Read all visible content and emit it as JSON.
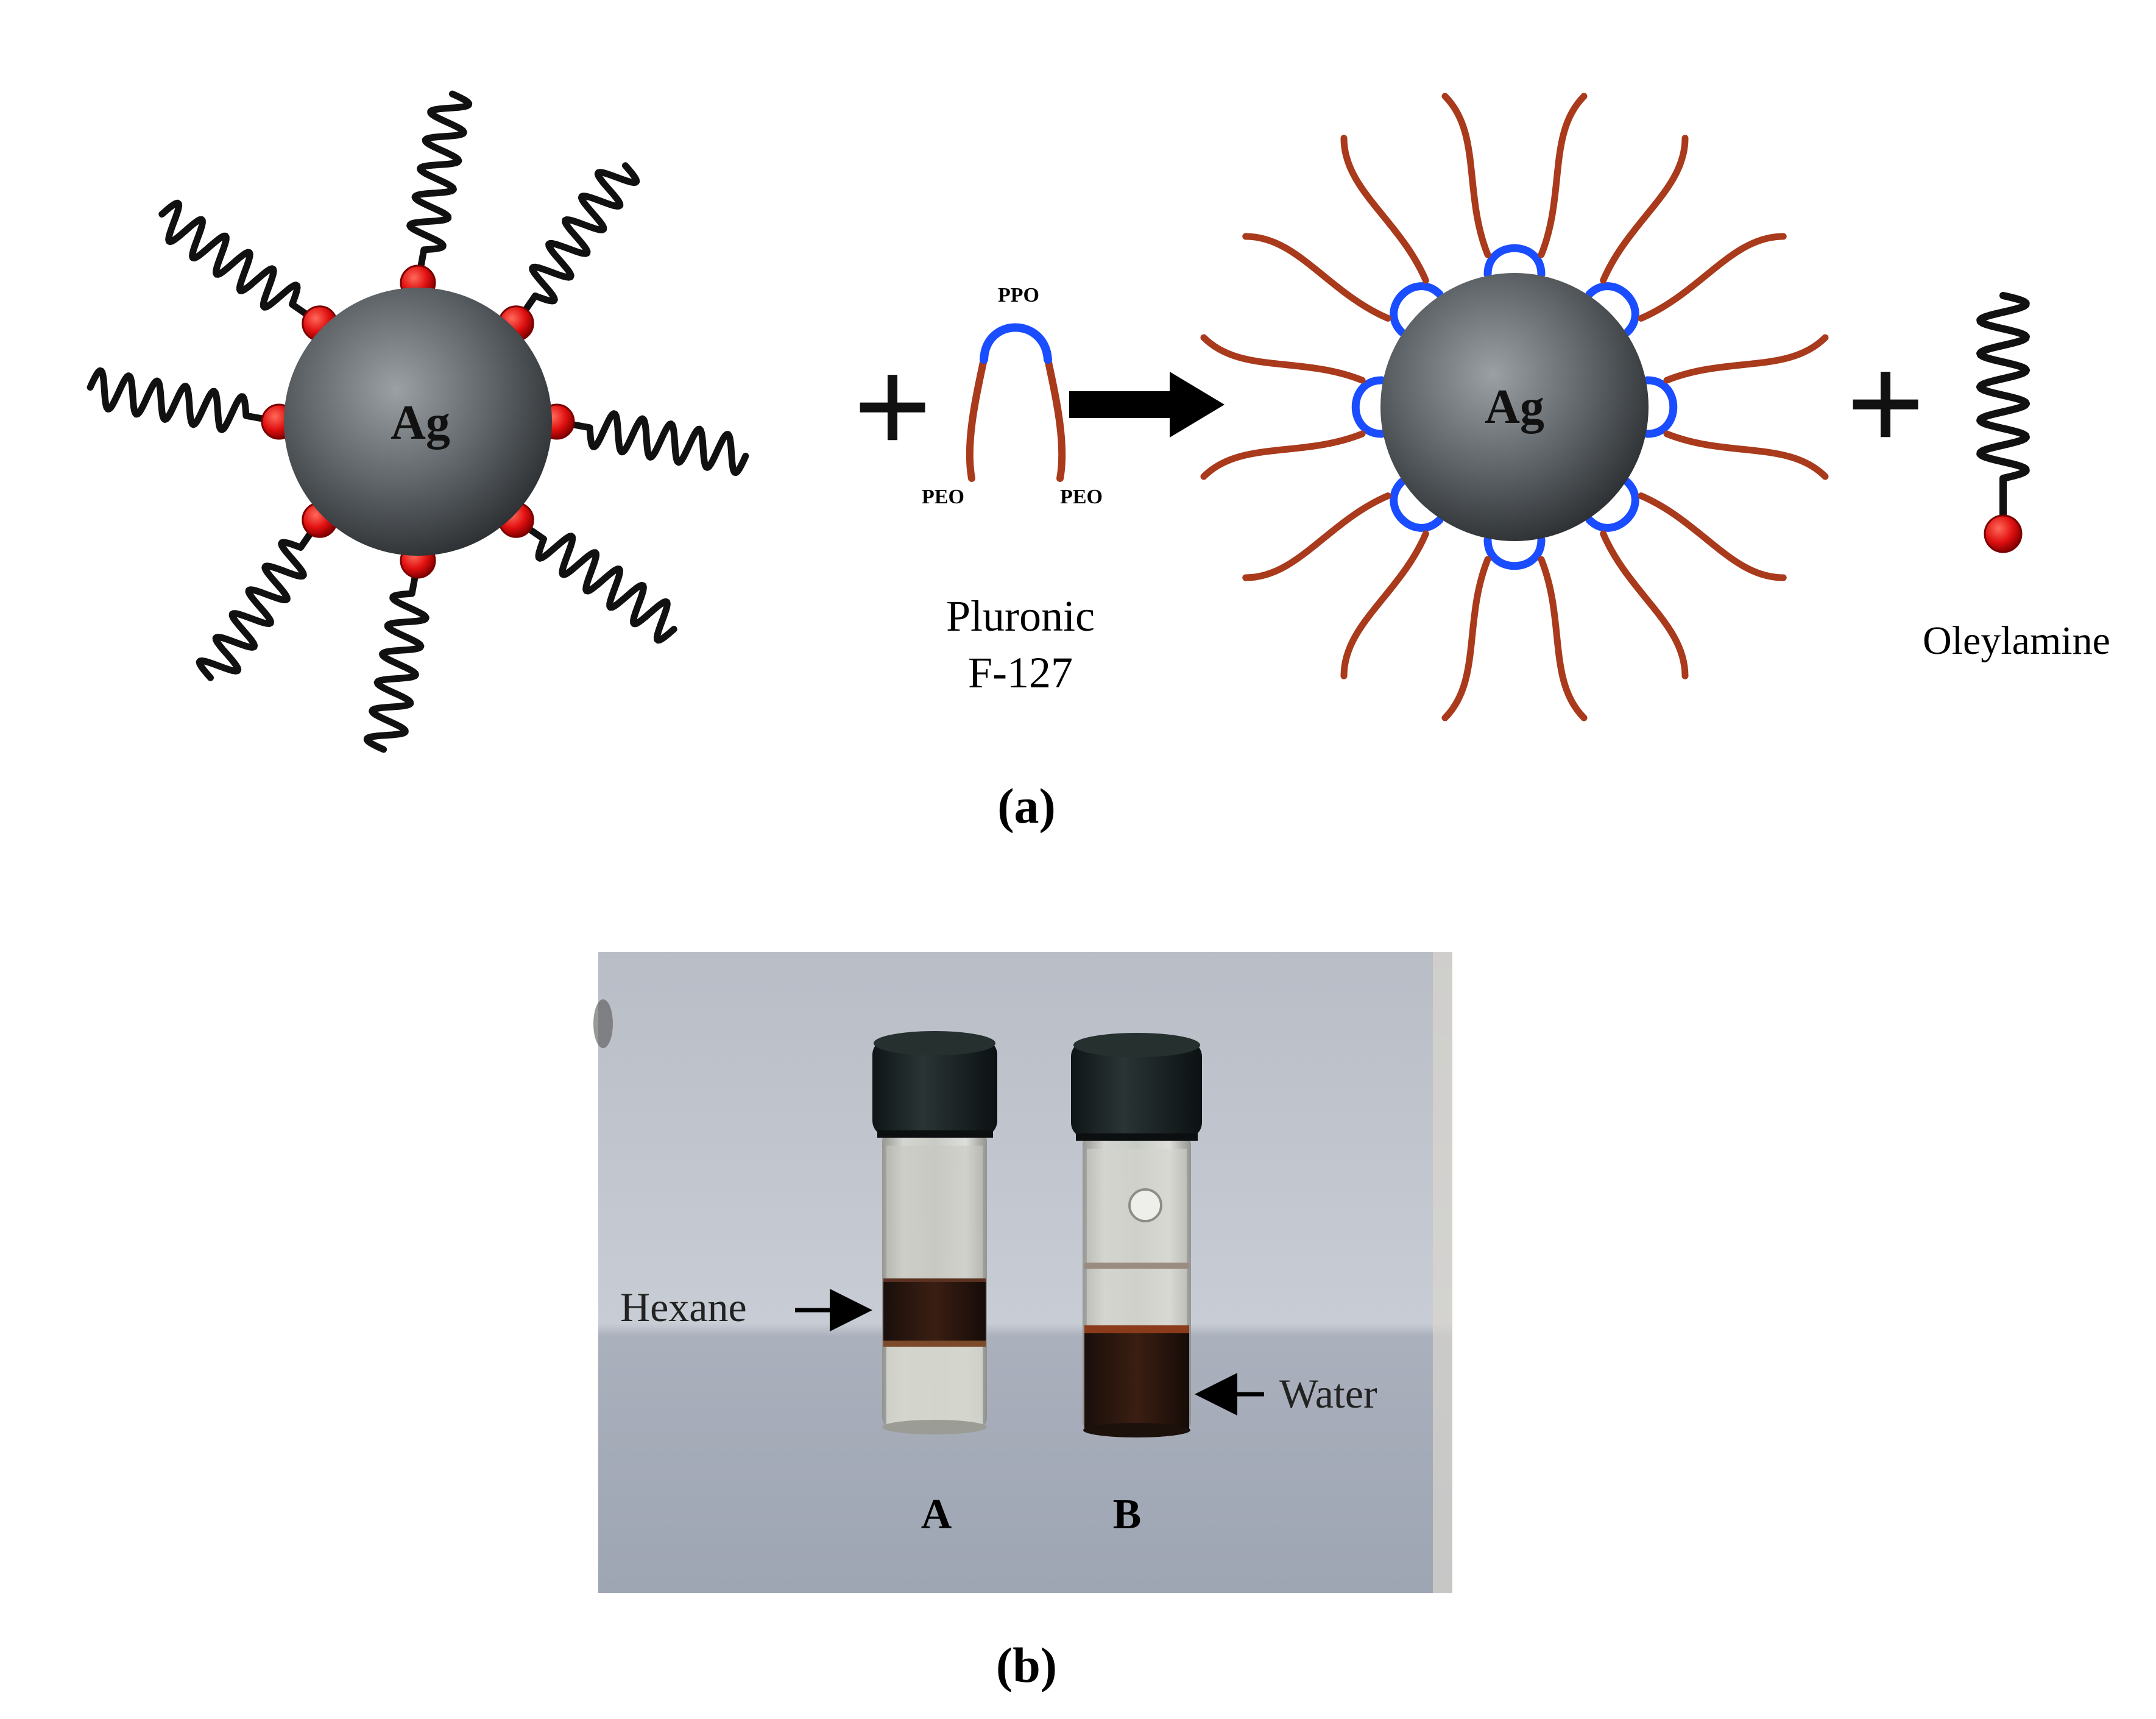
{
  "panel_a": {
    "caption": "(a)",
    "left_particle_label": "Ag",
    "right_particle_label": "Ag",
    "plus_sign": "+",
    "ppo_label": "PPO",
    "peo_left_label": "PEO",
    "peo_right_label": "PEO",
    "pluronic_line1": "Pluronic",
    "pluronic_line2": "F-127",
    "oleylamine_label": "Oleylamine",
    "colors": {
      "oleylamine_chain": "#111111",
      "headgroup": "#e01010",
      "ppo_block": "#1a4dff",
      "peo_block": "#a93a1c",
      "particle_light": "#9aa0a4",
      "particle_dark": "#2c3033"
    }
  },
  "panel_b": {
    "caption": "(b)",
    "hexane_label": "Hexane",
    "water_label": "Water",
    "vial_a_label": "A",
    "vial_b_label": "B"
  }
}
